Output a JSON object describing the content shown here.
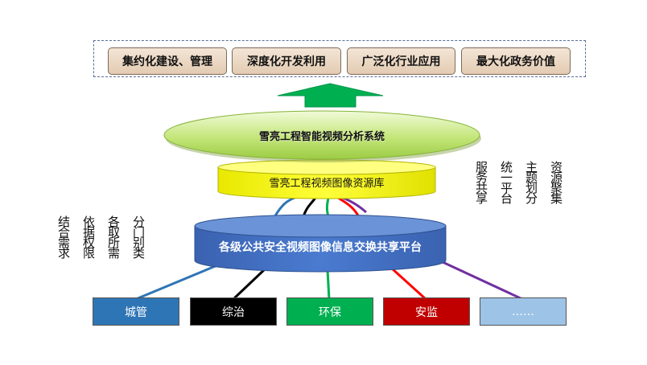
{
  "goals": [
    {
      "label": "集约化建设、管理"
    },
    {
      "label": "深度化开发利用"
    },
    {
      "label": "广泛化行业应用"
    },
    {
      "label": "最大化政务价值"
    }
  ],
  "analysis_system": {
    "label": "雪亮工程智能视频分析系统"
  },
  "resource_library": {
    "label": "雪亮工程视频图像资源库"
  },
  "exchange_platform": {
    "label": "各级公共安全视频图像信息交换共享平台"
  },
  "left_note_columns": [
    "分门别类",
    "各取所需",
    "依据权限",
    "结合需求"
  ],
  "right_note_columns": [
    "资源聚集",
    "主题划分",
    "统一平台",
    "服务共享"
  ],
  "sources": [
    {
      "label": "城管",
      "color": "#2e75b6",
      "text_color": "#ffffff"
    },
    {
      "label": "综治",
      "color": "#000000",
      "text_color": "#ffffff"
    },
    {
      "label": "环保",
      "color": "#00b050",
      "text_color": "#ffffff"
    },
    {
      "label": "安监",
      "color": "#c00000",
      "text_color": "#ffffff"
    },
    {
      "label": "……",
      "color": "#9dc3e6",
      "text_color": "#ffffff"
    }
  ],
  "colors": {
    "arrow": "#00b050",
    "analysis_ellipse": "#c4e67a",
    "library_cylinder": "#ffff00",
    "platform_cylinder": "#4472c4",
    "line_blue": "#2e75b6",
    "line_black": "#000000",
    "line_green": "#00b050",
    "line_red": "#ff0000",
    "line_purple": "#7030a0"
  }
}
